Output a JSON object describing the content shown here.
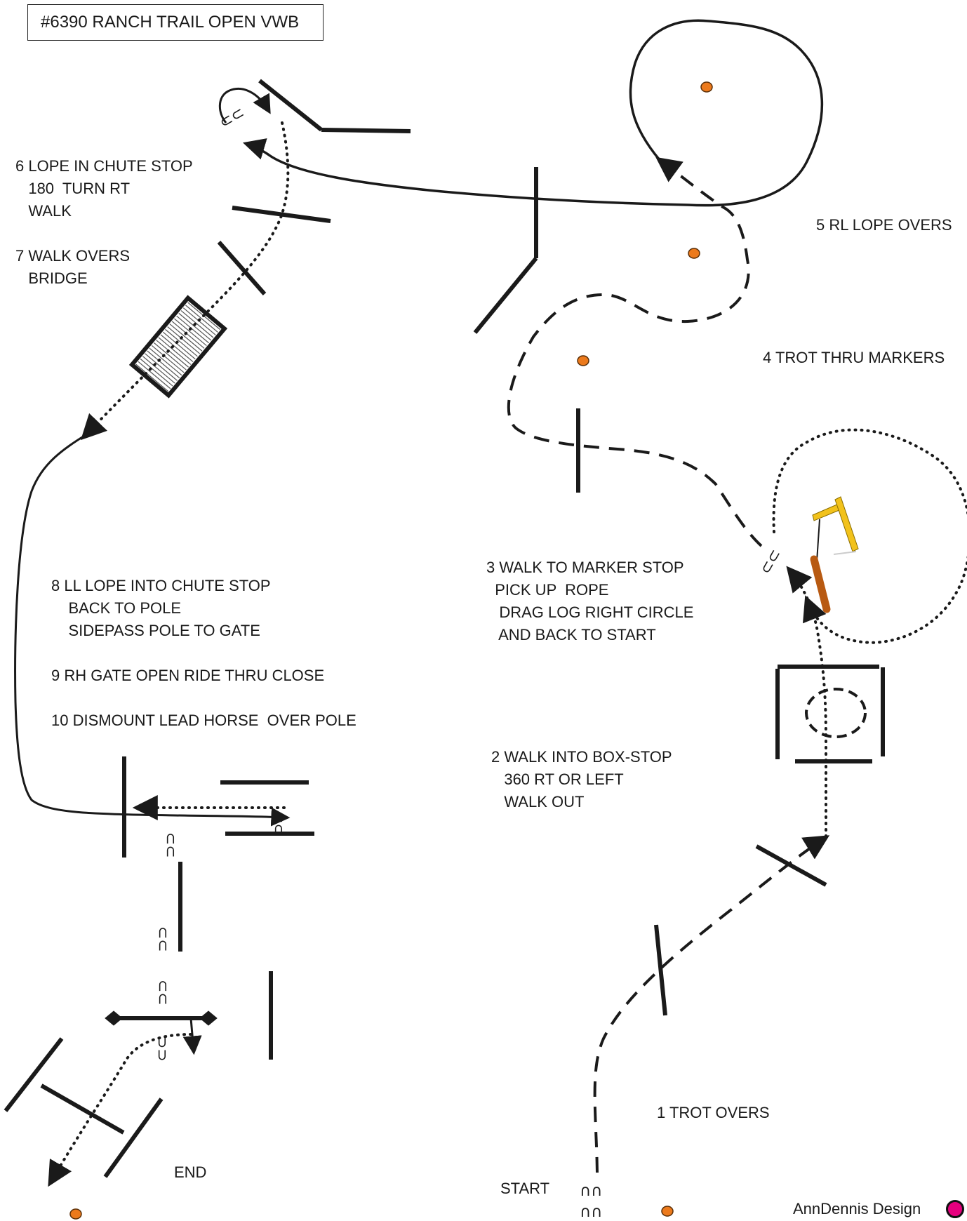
{
  "title": "#6390 RANCH TRAIL OPEN VWB",
  "credit": "AnnDennis Design",
  "colors": {
    "marker": "#ec7a1c",
    "pole": "#1a1a1a",
    "gate_post": "#f2c21b",
    "log": "#b85a12",
    "logo": "#e6007e"
  },
  "steps": {
    "s1": "1 TROT OVERS",
    "s2": "2 WALK INTO BOX-STOP\n   360 RT OR LEFT\n   WALK OUT",
    "s3": "3 WALK TO MARKER STOP\n  PICK UP  ROPE\n   DRAG LOG RIGHT CIRCLE\n   AND BACK TO START",
    "s4": "4 TROT THRU MARKERS",
    "s5": "5 RL LOPE OVERS",
    "s6": "6 LOPE IN CHUTE STOP\n   180  TURN RT\n   WALK",
    "s7": "7 WALK OVERS\n   BRIDGE",
    "s8": "8 LL LOPE INTO CHUTE STOP\n    BACK TO POLE\n    SIDEPASS POLE TO GATE",
    "s9": "9 RH GATE OPEN RIDE THRU CLOSE",
    "s10": "10 DISMOUNT LEAD HORSE  OVER POLE",
    "start": "START",
    "end": "END"
  }
}
